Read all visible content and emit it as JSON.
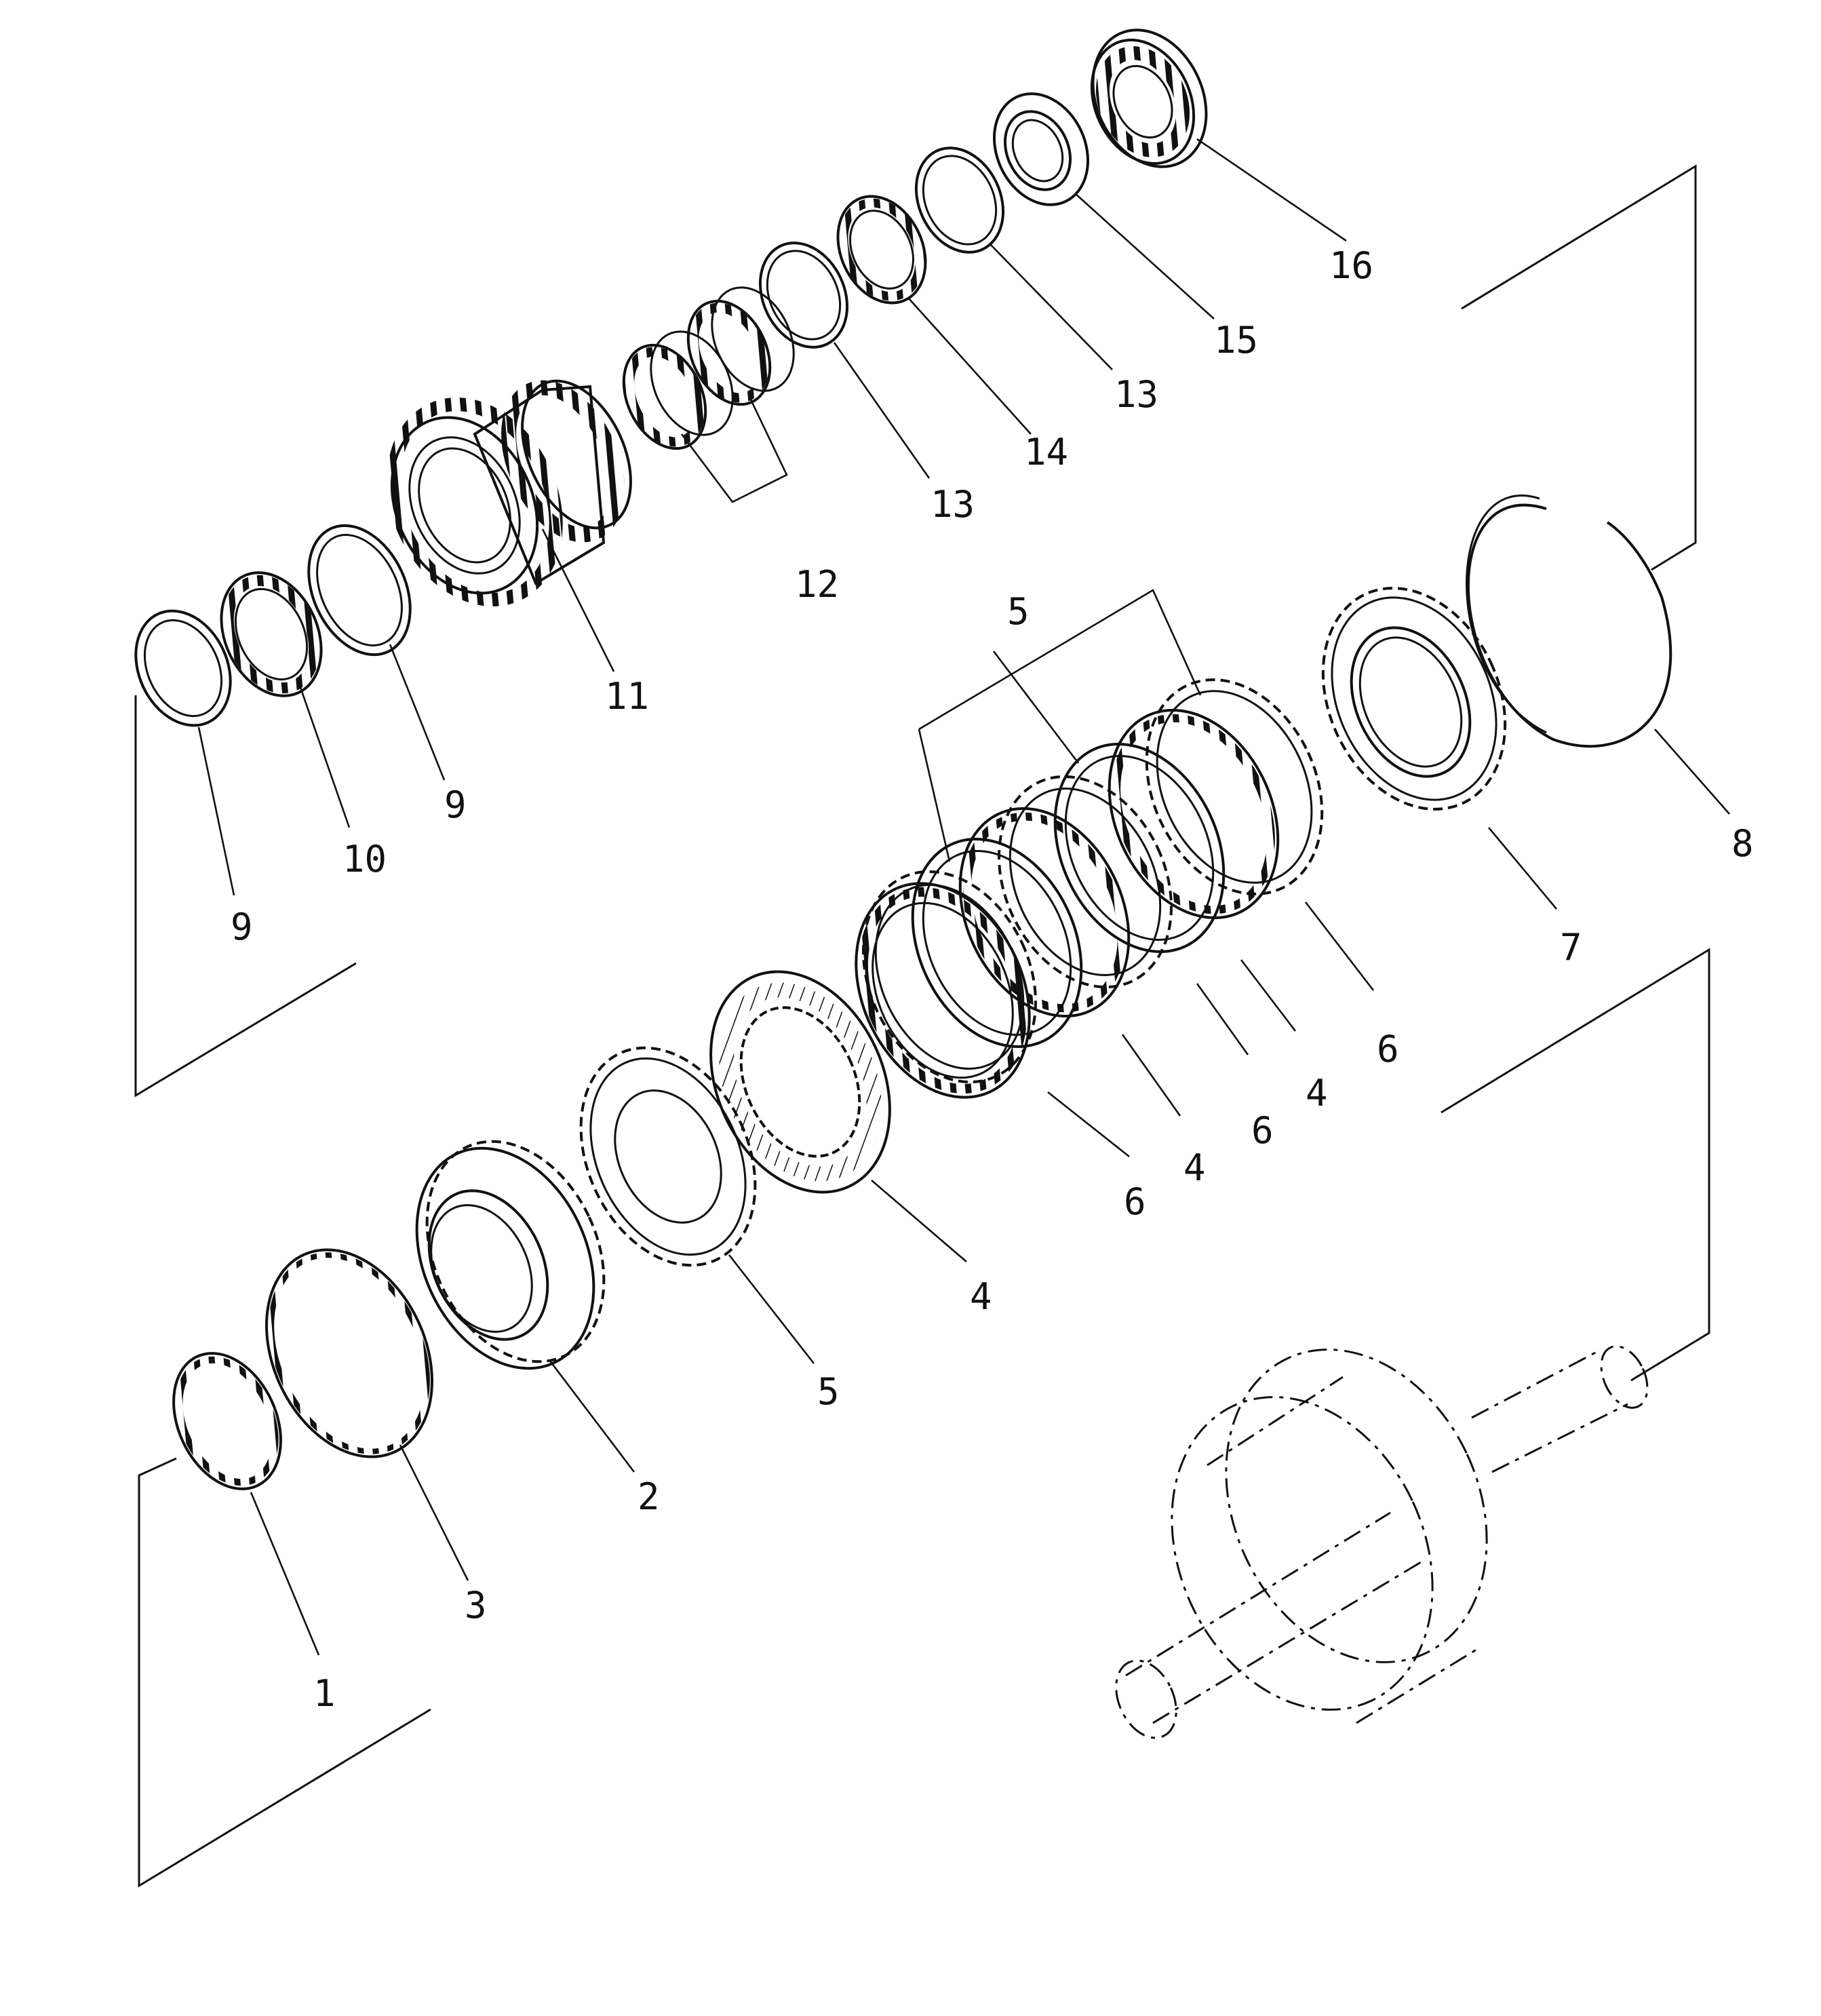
{
  "callouts": {
    "c1": "1",
    "c2": "2",
    "c3": "3",
    "c4a": "4",
    "c4b": "4",
    "c4c": "4",
    "c5a": "5",
    "c5b": "5",
    "c6a": "6",
    "c6b": "6",
    "c6c": "6",
    "c7": "7",
    "c8": "8",
    "c9a": "9",
    "c9b": "9",
    "c10": "10",
    "c11": "11",
    "c12": "12",
    "c13a": "13",
    "c13b": "13",
    "c14": "14",
    "c15": "15",
    "c16": "16"
  }
}
